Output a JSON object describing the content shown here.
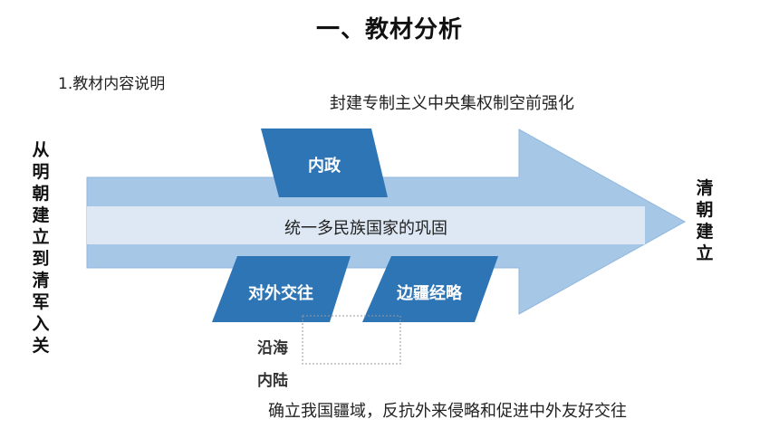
{
  "title": "一、教材分析",
  "section_label": "1.教材内容说明",
  "top_caption": "封建专制主义中央集权制空前强化",
  "left_side_text": "从明朝建立到清军入关",
  "right_side_text": "清朝建立",
  "band_text": "统一多民族国家的巩固",
  "boxes": {
    "inner_politics": "内政",
    "foreign_relations": "对外交往",
    "frontier_strategy": "边疆经略"
  },
  "sub_labels": {
    "coastal": "沿海",
    "inland": "内陆"
  },
  "bottom_caption": "确立我国疆域，反抗外来侵略和促进中外友好交往",
  "colors": {
    "arrow_fill": "#a7c7e7",
    "band_fill": "#dde8f4",
    "box_fill": "#2e75b6",
    "dotted_line": "#999999"
  }
}
